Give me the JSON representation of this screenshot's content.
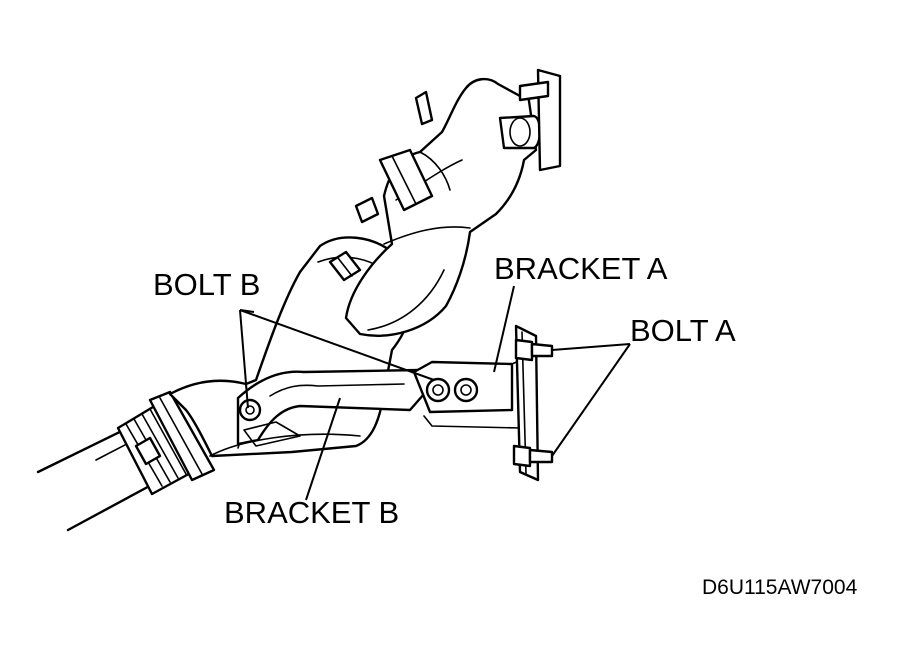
{
  "diagram": {
    "labels": {
      "bolt_b": "BOLT B",
      "bracket_a": "BRACKET A",
      "bolt_a": "BOLT A",
      "bracket_b": "BRACKET B"
    },
    "figure_code": "D6U115AW7004"
  }
}
